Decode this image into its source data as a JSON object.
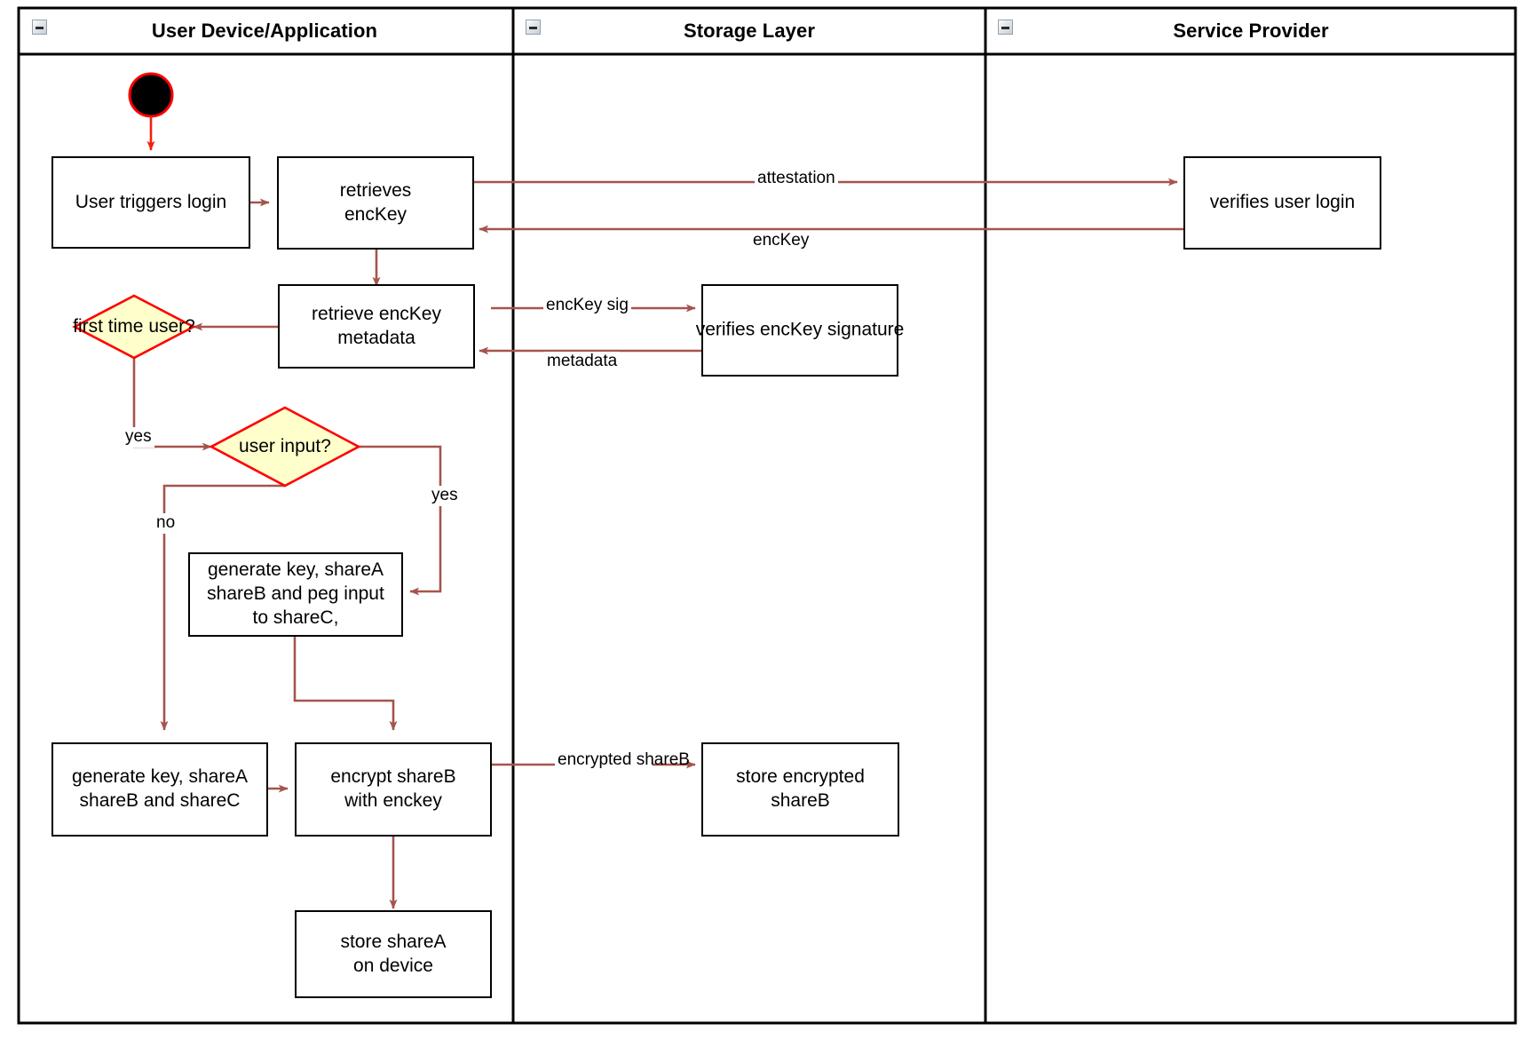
{
  "diagram": {
    "title": "Login / key-share provisioning activity diagram",
    "colors": {
      "frame": "#000000",
      "flow": "#a5544e",
      "decision_fill": "#ffffcc",
      "decision_stroke": "#ff0000",
      "initial_fill": "#000000",
      "initial_stroke": "#ff0000",
      "node_fill": "#ffffff",
      "node_stroke": "#000000",
      "text": "#000000"
    },
    "lanes": [
      {
        "id": "user-device",
        "label": "User Device/Application",
        "collapse_icon": "minus-box-icon"
      },
      {
        "id": "storage-layer",
        "label": "Storage Layer",
        "collapse_icon": "minus-box-icon"
      },
      {
        "id": "service-provider",
        "label": "Service Provider",
        "collapse_icon": "minus-box-icon"
      }
    ],
    "initial_node": {
      "name": "initial-node",
      "shape": "filled-circle"
    },
    "nodes": [
      {
        "id": "user-triggers-login",
        "lane": "user-device",
        "lines": [
          "User triggers login"
        ]
      },
      {
        "id": "retrieves-enckey",
        "lane": "user-device",
        "lines": [
          "retrieves",
          "encKey"
        ]
      },
      {
        "id": "retrieve-enckey-metadata",
        "lane": "user-device",
        "lines": [
          "retrieve encKey",
          "metadata"
        ]
      },
      {
        "id": "generate-key-peg",
        "lane": "user-device",
        "lines": [
          "generate key, shareA",
          "shareB and peg input",
          "to shareC,"
        ]
      },
      {
        "id": "generate-key-shares",
        "lane": "user-device",
        "lines": [
          "generate key, shareA",
          "shareB and shareC"
        ]
      },
      {
        "id": "encrypt-shareb",
        "lane": "user-device",
        "lines": [
          "encrypt shareB",
          "with enckey"
        ]
      },
      {
        "id": "store-sharea-on-device",
        "lane": "user-device",
        "lines": [
          "store shareA",
          "on device"
        ]
      },
      {
        "id": "verifies-enckey-signature",
        "lane": "storage-layer",
        "lines": [
          "verifies encKey signature"
        ]
      },
      {
        "id": "store-encrypted-shareb",
        "lane": "storage-layer",
        "lines": [
          "store encrypted",
          "shareB"
        ]
      },
      {
        "id": "verifies-user-login",
        "lane": "service-provider",
        "lines": [
          "verifies user login"
        ]
      }
    ],
    "decisions": [
      {
        "id": "first-time-user",
        "lane": "user-device",
        "lines": [
          "first time",
          "user?"
        ]
      },
      {
        "id": "user-input",
        "lane": "user-device",
        "lines": [
          "user input?"
        ]
      }
    ],
    "edge_labels": [
      {
        "id": "attestation",
        "text": "attestation"
      },
      {
        "id": "enckey",
        "text": "encKey"
      },
      {
        "id": "enckey-sig",
        "text": "encKey sig"
      },
      {
        "id": "metadata",
        "text": "metadata"
      },
      {
        "id": "first-time-yes",
        "text": "yes"
      },
      {
        "id": "user-input-yes",
        "text": "yes"
      },
      {
        "id": "user-input-no",
        "text": "no"
      },
      {
        "id": "encrypted-shareb",
        "lines": [
          "encrypted",
          "shareB"
        ],
        "text": "encrypted shareB"
      }
    ]
  }
}
